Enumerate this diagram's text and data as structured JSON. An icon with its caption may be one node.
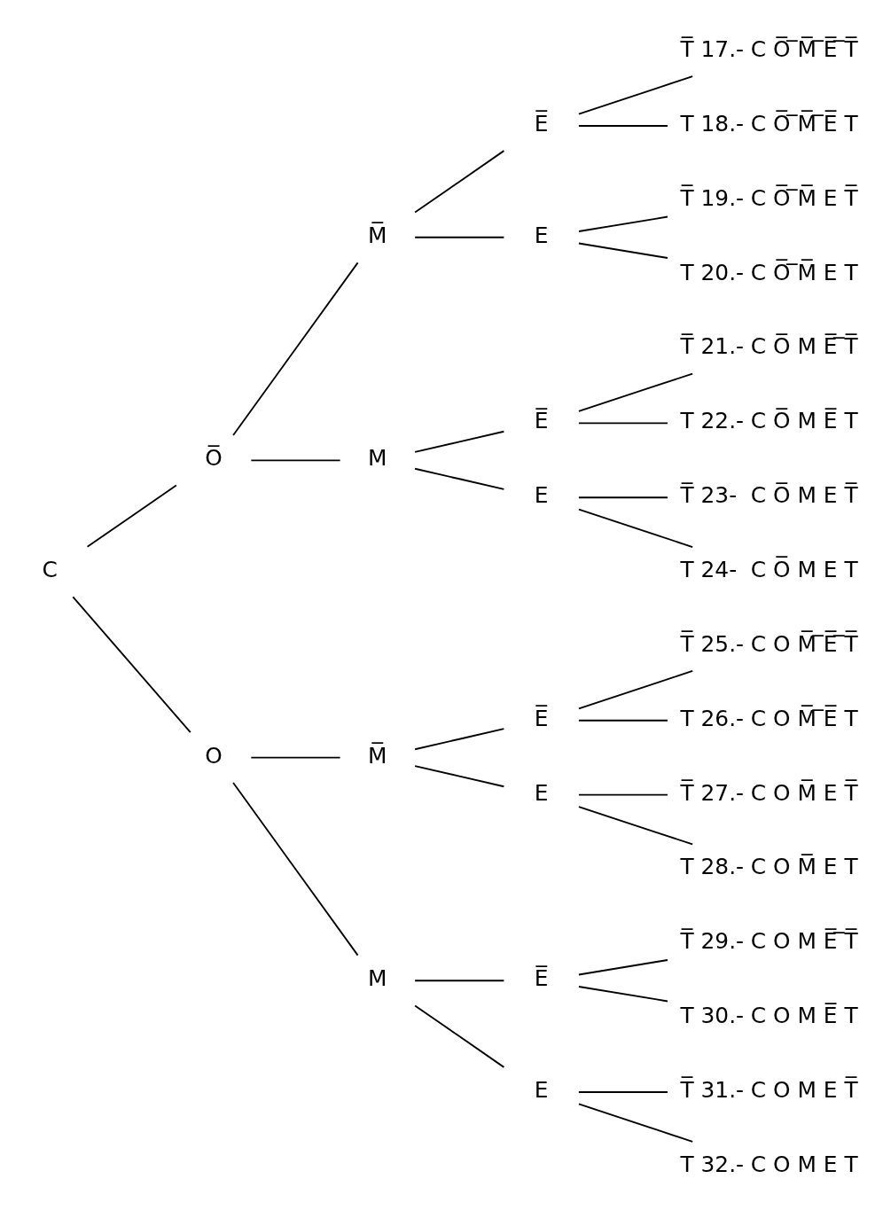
{
  "diagram": {
    "nodes": [
      {
        "text": [
          "C"
        ]
      },
      {
        "text": [
          "O̅"
        ]
      },
      {
        "text": [
          "M̅"
        ]
      },
      {
        "text": [
          "E̅"
        ]
      },
      {
        "text": [
          "T̅ 17.- C O̅ ̅M̅ ̅E̅ ̅T̅"
        ]
      },
      {
        "text": [
          "T 18.- C O̅ ̅M̅ ̅E̅ T"
        ]
      },
      {
        "text": [
          "E"
        ]
      },
      {
        "text": [
          "T̅ 19.- C O̅ ̅M̅ E T̅"
        ]
      },
      {
        "text": [
          "T 20.- C O̅ ̅M̅ E T"
        ]
      },
      {
        "text": [
          "M"
        ]
      },
      {
        "text": [
          "E̅"
        ]
      },
      {
        "text": [
          "T̅ 21.- C O̅ M E̅ ̅T̅"
        ]
      },
      {
        "text": [
          "T 22.- C O̅ M E̅ T"
        ]
      },
      {
        "text": [
          "E"
        ]
      },
      {
        "text": [
          "T̅ 23-  C O̅ M E T̅"
        ]
      },
      {
        "text": [
          "T 24-  C O̅ M E T"
        ]
      },
      {
        "text": [
          "O"
        ]
      },
      {
        "text": [
          "M̅"
        ]
      },
      {
        "text": [
          "E̅"
        ]
      },
      {
        "text": [
          "T̅ 25.- C O M̅ ̅E̅ ̅T̅"
        ]
      },
      {
        "text": [
          "T 26.- C O M̅ ̅E̅ T"
        ]
      },
      {
        "text": [
          "E"
        ]
      },
      {
        "text": [
          "T̅ 27.- C O M̅ E T̅"
        ]
      },
      {
        "text": [
          "T 28.- C O M̅ E T"
        ]
      },
      {
        "text": [
          "M"
        ]
      },
      {
        "text": [
          "E̅"
        ]
      },
      {
        "text": [
          "T̅ 29.- C O M E̅ ̅T̅"
        ]
      },
      {
        "text": [
          "T 30.- C O M E̅ T"
        ]
      },
      {
        "text": [
          "E"
        ]
      },
      {
        "text": [
          "T̅ 31.- C O M E T̅"
        ]
      },
      {
        "text": [
          "T 32.- C O M E T"
        ]
      }
    ],
    "edges": [
      {
        "from": 0,
        "to": 1,
        "arrow": "none"
      },
      {
        "from": 0,
        "to": 16,
        "arrow": "none"
      },
      {
        "from": 1,
        "to": 2,
        "arrow": "none"
      },
      {
        "from": 1,
        "to": 9,
        "arrow": "none"
      },
      {
        "from": 2,
        "to": 3,
        "arrow": "none"
      },
      {
        "from": 2,
        "to": 6,
        "arrow": "none"
      },
      {
        "from": 3,
        "to": 4,
        "arrow": "none"
      },
      {
        "from": 3,
        "to": 5,
        "arrow": "none"
      },
      {
        "from": 6,
        "to": 7,
        "arrow": "none"
      },
      {
        "from": 6,
        "to": 8,
        "arrow": "none"
      },
      {
        "from": 9,
        "to": 10,
        "arrow": "none"
      },
      {
        "from": 9,
        "to": 13,
        "arrow": "none"
      },
      {
        "from": 10,
        "to": 11,
        "arrow": "none"
      },
      {
        "from": 10,
        "to": 12,
        "arrow": "none"
      },
      {
        "from": 13,
        "to": 14,
        "arrow": "none"
      },
      {
        "from": 13,
        "to": 15,
        "arrow": "none"
      },
      {
        "from": 16,
        "to": 17,
        "arrow": "none"
      },
      {
        "from": 16,
        "to": 24,
        "arrow": "none"
      },
      {
        "from": 17,
        "to": 18,
        "arrow": "none"
      },
      {
        "from": 17,
        "to": 21,
        "arrow": "none"
      },
      {
        "from": 18,
        "to": 19,
        "arrow": "none"
      },
      {
        "from": 18,
        "to": 20,
        "arrow": "none"
      },
      {
        "from": 21,
        "to": 22,
        "arrow": "none"
      },
      {
        "from": 21,
        "to": 23,
        "arrow": "none"
      },
      {
        "from": 24,
        "to": 25,
        "arrow": "none"
      },
      {
        "from": 24,
        "to": 28,
        "arrow": "none"
      },
      {
        "from": 25,
        "to": 26,
        "arrow": "none"
      },
      {
        "from": 25,
        "to": 27,
        "arrow": "none"
      },
      {
        "from": 28,
        "to": 29,
        "arrow": "none"
      },
      {
        "from": 28,
        "to": 30,
        "arrow": "none"
      }
    ]
  }
}
